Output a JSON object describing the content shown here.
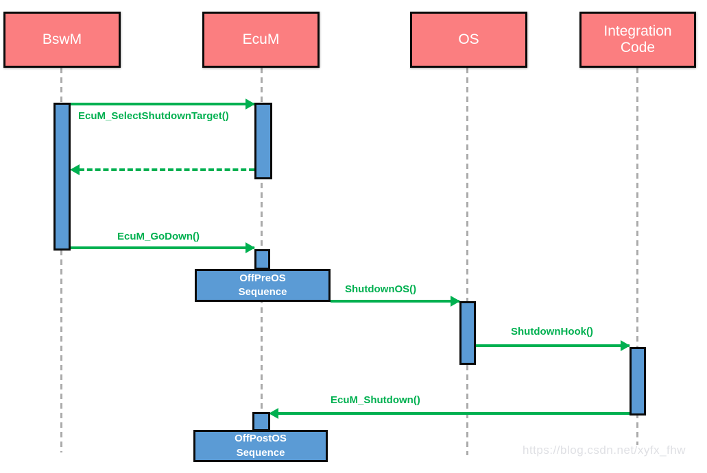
{
  "diagram": {
    "type": "uml-sequence-diagram",
    "participants": [
      {
        "id": "bswm",
        "label": "BswM"
      },
      {
        "id": "ecum",
        "label": "EcuM"
      },
      {
        "id": "os",
        "label": "OS"
      },
      {
        "id": "integration-code",
        "label": "Integration Code"
      }
    ],
    "messages": [
      {
        "from": "BswM",
        "to": "EcuM",
        "label": "EcuM_SelectShutdownTarget()",
        "style": "solid",
        "direction": "right"
      },
      {
        "from": "EcuM",
        "to": "BswM",
        "label": "",
        "style": "dashed-return",
        "direction": "left"
      },
      {
        "from": "BswM",
        "to": "EcuM",
        "label": "EcuM_GoDown()",
        "style": "solid",
        "direction": "right"
      },
      {
        "from": "EcuM",
        "to": "OS",
        "label": "ShutdownOS()",
        "style": "solid",
        "direction": "right"
      },
      {
        "from": "OS",
        "to": "Integration Code",
        "label": "ShutdownHook()",
        "style": "solid",
        "direction": "right"
      },
      {
        "from": "Integration Code",
        "to": "EcuM",
        "label": "EcuM_Shutdown()",
        "style": "solid",
        "direction": "left"
      }
    ],
    "sequence_boxes": [
      {
        "label": "OffPreOS\nSequence"
      },
      {
        "label": "OffPostOS\nSequence"
      }
    ],
    "watermark": "https://blog.csdn.net/xyfx_fhw",
    "colors": {
      "participant_fill": "#FB7E80",
      "activation_fill": "#5B9BD5",
      "arrow_green": "#00B050",
      "lifeline_gray": "#ABABAB",
      "border_black": "#0A0A0A",
      "watermark_gray": "#DFE0E4",
      "background": "#FFFFFF",
      "text_white": "#FFFFFF"
    }
  }
}
